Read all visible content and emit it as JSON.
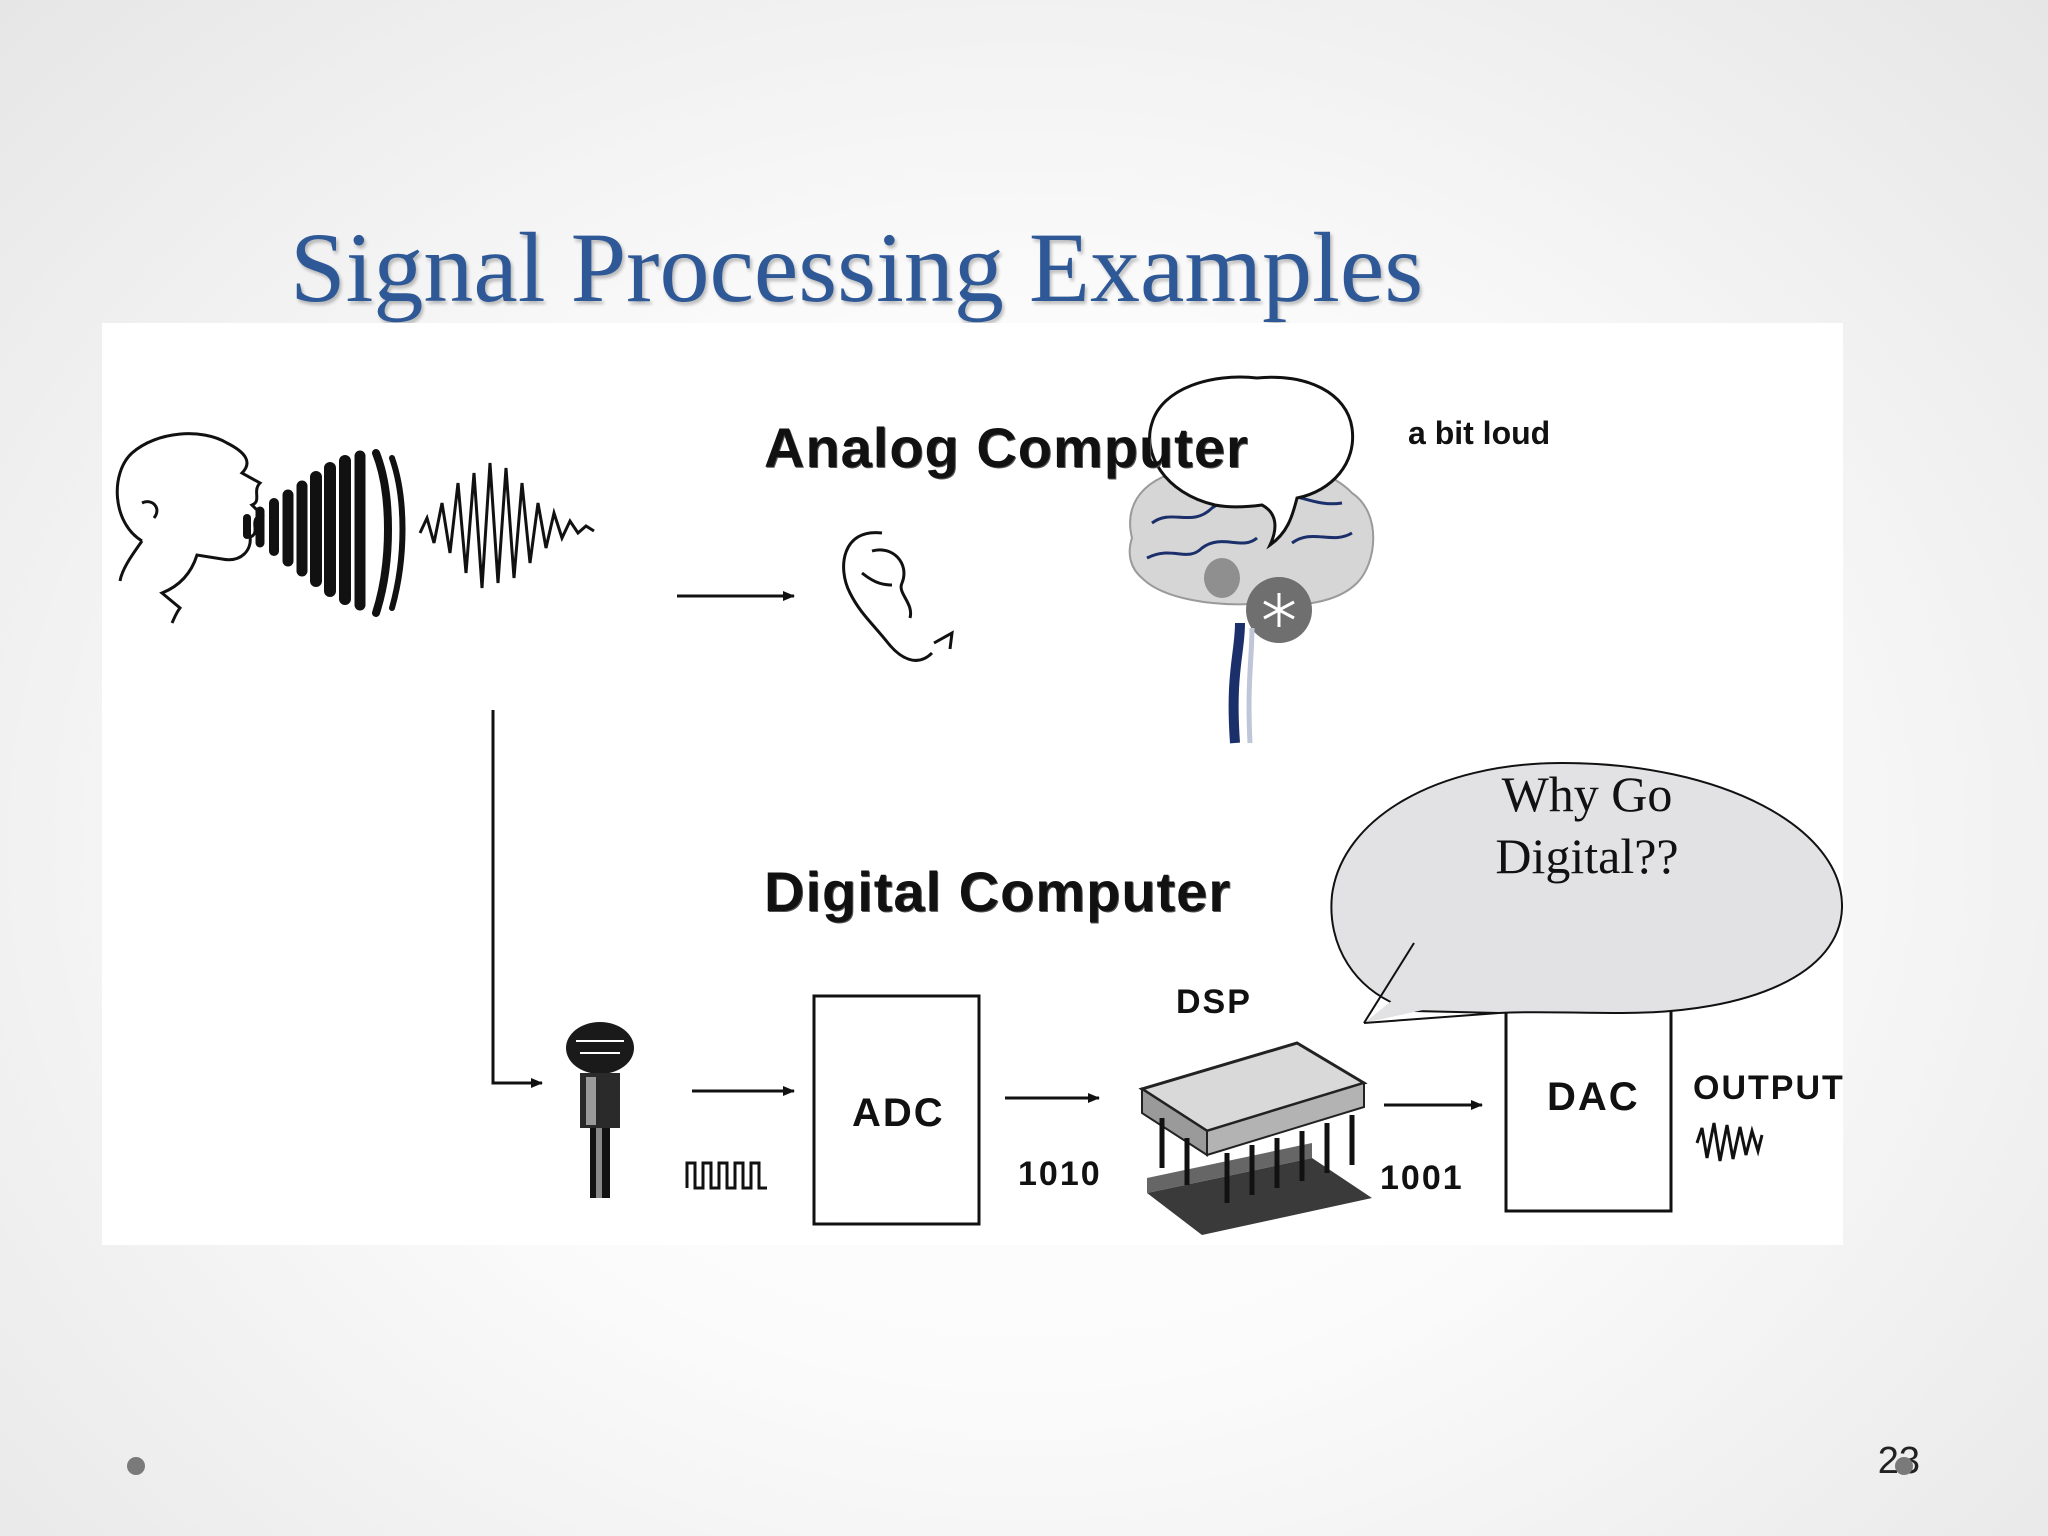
{
  "slide": {
    "title": "Signal Processing Examples",
    "page_number": "23"
  },
  "diagram": {
    "analog_heading": "Analog Computer",
    "thought_bubble": "a bit loud",
    "digital_heading": "Digital Computer",
    "speech_bubble": "Why Go Digital??",
    "dsp_label": "DSP",
    "adc_label": "ADC",
    "dac_label": "DAC",
    "bits_in": "1010",
    "bits_out": "1001",
    "output_label": "OUTPUT"
  },
  "icons": [
    "talking-head-icon",
    "sound-wave-icon",
    "waveform-icon",
    "ear-icon",
    "brain-icon",
    "microphone-icon",
    "chip-icon"
  ]
}
